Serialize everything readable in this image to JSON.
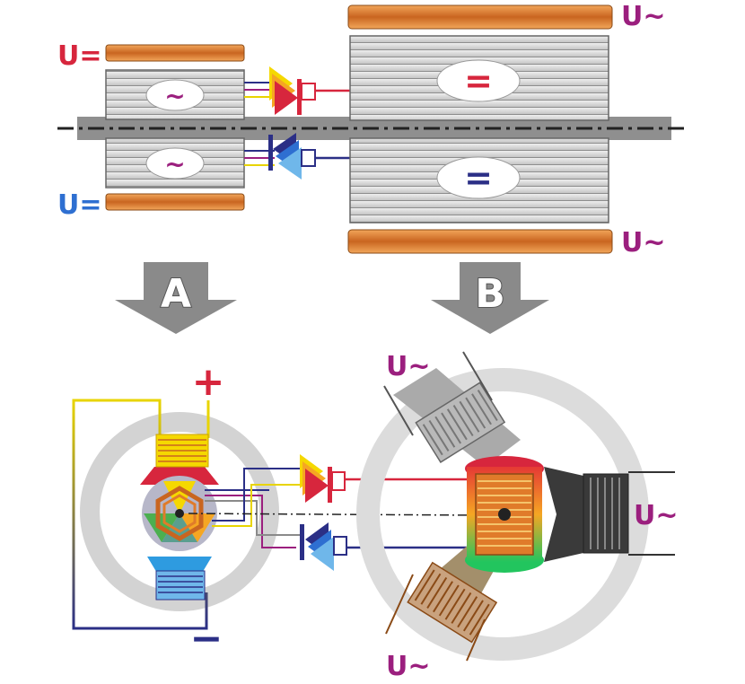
{
  "labels": {
    "u_dc_top": "U=",
    "u_dc_bottom": "U=",
    "u_ac_top_right": "U~",
    "u_ac_mid_right": "U~",
    "arrow_a": "A",
    "arrow_b": "B",
    "plus": "+",
    "minus": "−",
    "u_ac_lower_top": "U~",
    "u_ac_lower_right": "U~",
    "u_ac_lower_bottom": "U~",
    "ac_symbol_top": "~",
    "ac_symbol_bottom": "~",
    "dc_symbol_top": "=",
    "dc_symbol_bottom": "="
  },
  "colors": {
    "dc_positive": "#d7263d",
    "dc_negative": "#2e6fd1",
    "ac": "#9b1f7e",
    "dc_symbol_top": "#d7263d",
    "dc_symbol_bottom": "#2b2f86",
    "winding": "#e07b2a",
    "laminate": "#d0d0d0",
    "arrow": "#8a8a8a"
  }
}
